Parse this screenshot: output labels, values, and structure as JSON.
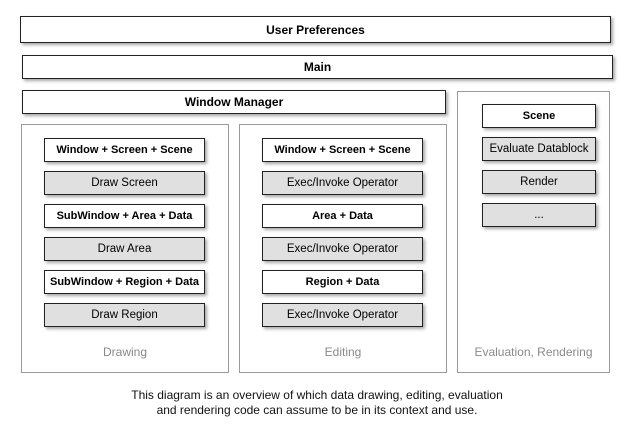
{
  "bars": {
    "user_preferences": "User Preferences",
    "main": "Main",
    "window_manager": "Window Manager"
  },
  "panels": {
    "drawing": {
      "label": "Drawing",
      "items": [
        "Window + Screen + Scene",
        "Draw Screen",
        "SubWindow + Area + Data",
        "Draw Area",
        "SubWindow + Region + Data",
        "Draw Region"
      ]
    },
    "editing": {
      "label": "Editing",
      "items": [
        "Window + Screen + Scene",
        "Exec/Invoke Operator",
        "Area + Data",
        "Exec/Invoke Operator",
        "Region + Data",
        "Exec/Invoke Operator"
      ]
    },
    "evaluation": {
      "label": "Evaluation, Rendering",
      "items": [
        "Scene",
        "Evaluate Datablock",
        "Render",
        "..."
      ]
    }
  },
  "caption": {
    "line1": "This diagram is an overview of which data drawing, editing, evaluation",
    "line2": "and rendering code can assume to be in its context and use."
  }
}
